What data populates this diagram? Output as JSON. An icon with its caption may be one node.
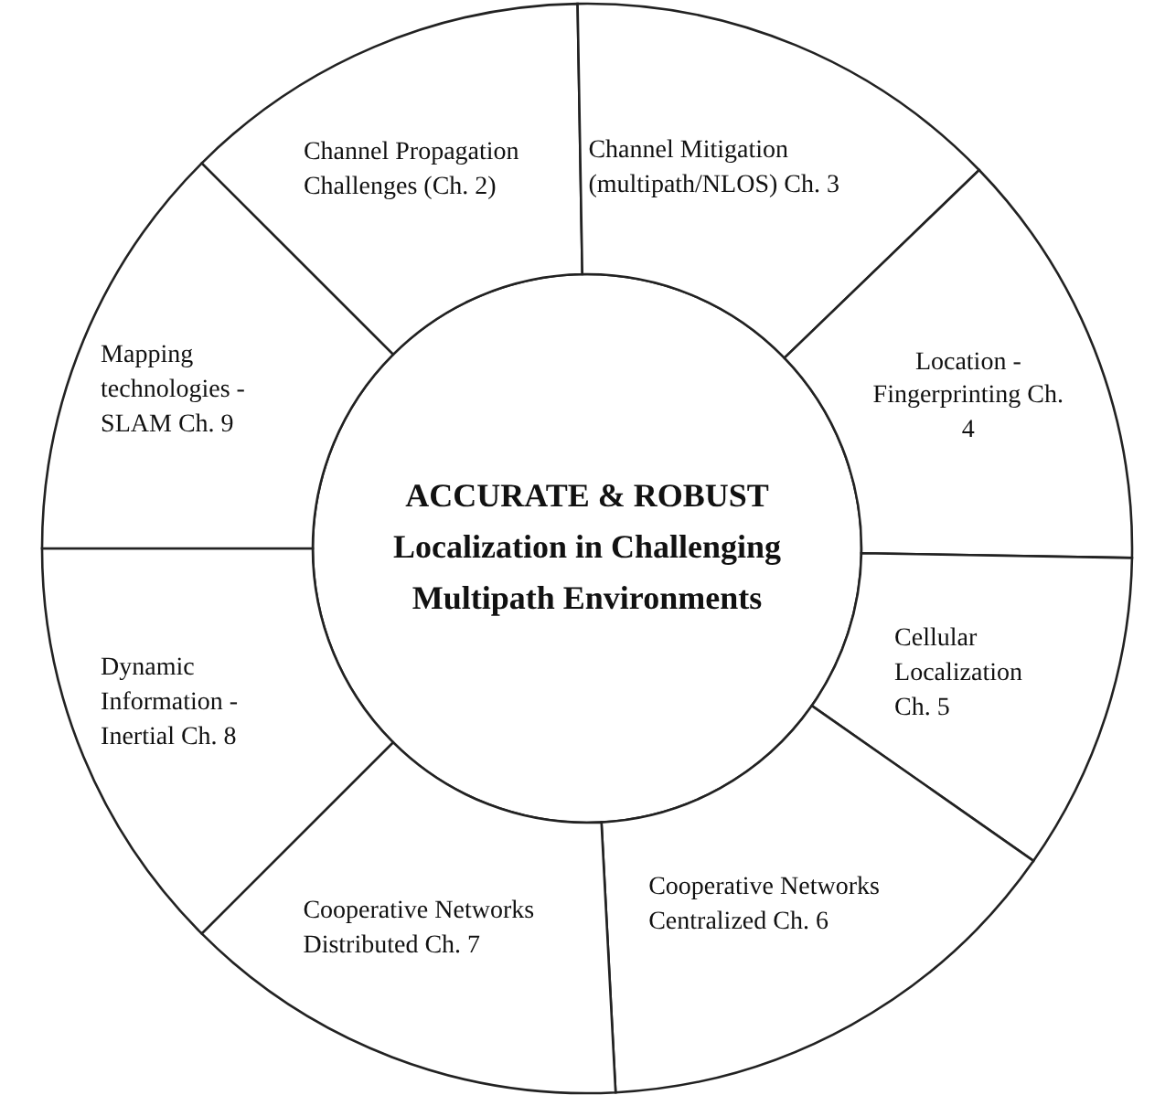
{
  "diagram": {
    "nodes": [
      {
        "text": [
          "ACCURATE & ROBUST Localization in Challenging Multipath Environments"
        ]
      },
      {
        "text": [
          "Channel Propagation Challenges (Ch. 2)"
        ]
      },
      {
        "text": [
          "Channel Mitigation (multipath/NLOS) Ch. 3"
        ]
      },
      {
        "text": [
          "Location - Fingerprinting Ch. 4"
        ]
      },
      {
        "text": [
          "Cellular Localization Ch. 5"
        ]
      },
      {
        "text": [
          "Cooperative Networks Centralized Ch. 6"
        ]
      },
      {
        "text": [
          "Cooperative Networks Distributed Ch. 7"
        ]
      },
      {
        "text": [
          "Dynamic Information - Inertial Ch. 8"
        ]
      },
      {
        "text": [
          "Mapping technologies - SLAM Ch. 9"
        ]
      }
    ]
  }
}
